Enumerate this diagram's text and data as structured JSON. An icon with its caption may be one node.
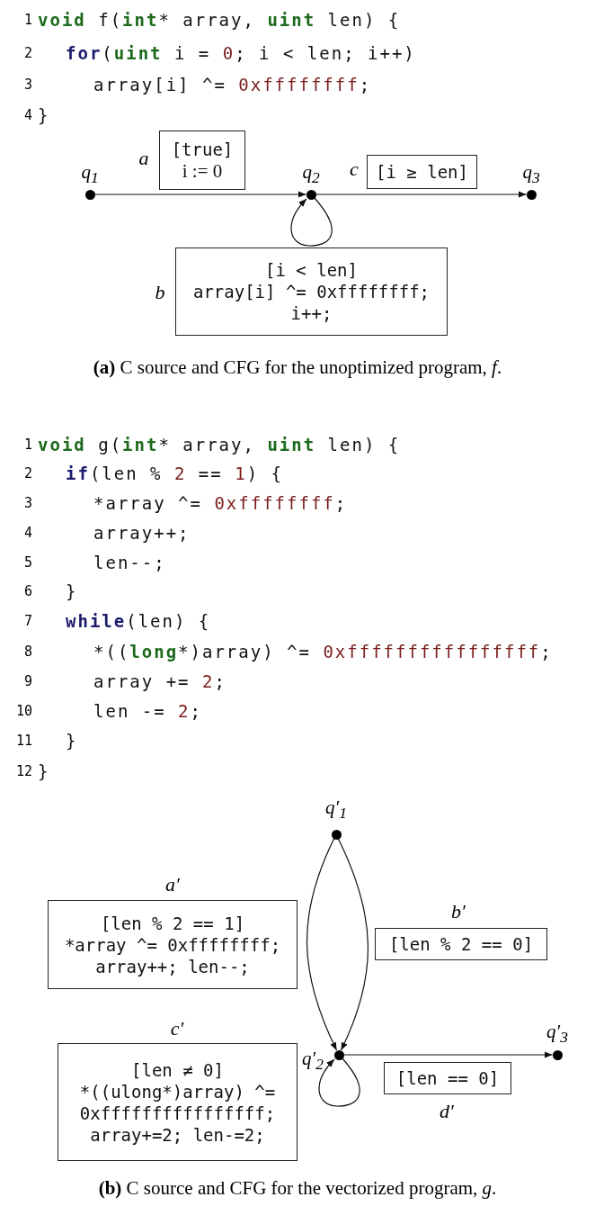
{
  "diagram": {
    "nodes": [
      {
        "text": [],
        "shape": "circle",
        "beside": [
          "q$_{1}$"
        ]
      },
      {
        "text": [
          "[true]",
          "i := 0"
        ],
        "beside": [
          "a"
        ]
      },
      {
        "text": [],
        "shape": "circle",
        "beside": [
          "q$_{2}$"
        ]
      },
      {
        "text": [
          "[i ≥ len]"
        ],
        "beside": [
          "c"
        ]
      },
      {
        "text": [],
        "shape": "circle",
        "beside": [
          "q$_{3}$"
        ]
      },
      {
        "text": [
          "[i < len]",
          "array[i] ^= 0xffffffff;",
          "i++;"
        ],
        "beside": [
          "b"
        ]
      },
      {
        "text": [],
        "shape": "circle",
        "beside": [
          "q′$_{1}$"
        ]
      },
      {
        "text": [
          "[len % 2 == 1]",
          "*array ^= 0xffffffff;",
          "array++; len--;"
        ],
        "beside": [
          "a′"
        ]
      },
      {
        "text": [
          "[len % 2 == 0]"
        ],
        "beside": [
          "b′"
        ]
      },
      {
        "text": [
          "[len ≠ 0]",
          "*((ulong*)array) ^=",
          "0xffffffffffffffff;",
          "array+=2; len-=2;"
        ],
        "beside": [
          "c′"
        ]
      },
      {
        "text": [],
        "shape": "circle",
        "beside": [
          "q′$_{2}$"
        ]
      },
      {
        "text": [],
        "shape": "circle",
        "beside": [
          "q′$_{3}$"
        ]
      },
      {
        "text": [
          "[len == 0]"
        ],
        "beside": [
          "d′"
        ]
      }
    ],
    "edges": [
      {
        "from": 0,
        "to": 2,
        "arrow": "to"
      },
      {
        "from": 2,
        "to": 2,
        "arrow": "to"
      },
      {
        "from": 2,
        "to": 4,
        "arrow": "to"
      },
      {
        "from": 6,
        "to": 10,
        "arrow": "to"
      },
      {
        "from": 6,
        "to": 10,
        "arrow": "to"
      },
      {
        "from": 10,
        "to": 10,
        "arrow": "to"
      },
      {
        "from": 10,
        "to": 11,
        "arrow": "to"
      }
    ],
    "labels": [
      "1",
      "void f(int* array, uint len) {",
      "2",
      "for(uint i = 0; i < len; i++)",
      "3",
      "array[i] ^= 0xffffffff;",
      "4",
      "}",
      "**(a)** C source and CFG for the unoptimized program, *f*.",
      "1",
      "void g(int* array, uint len) {",
      "2",
      "if(len % 2 == 1) {",
      "3",
      "*array ^= 0xffffffff;",
      "4",
      "array++;",
      "5",
      "len--;",
      "6",
      "}",
      "7",
      "while(len) {",
      "8",
      "*((long*)array) ^= 0xffffffffffffffff;",
      "9",
      "array += 2;",
      "10",
      "len -= 2;",
      "11",
      "}",
      "12",
      "}",
      "**(b)** C source and CFG for the vectorized program, *g*."
    ]
  }
}
